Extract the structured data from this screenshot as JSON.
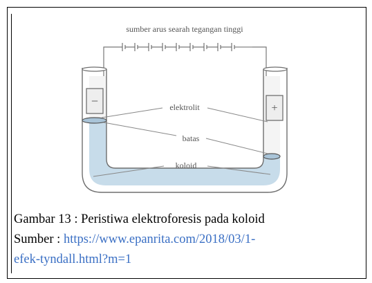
{
  "diagram": {
    "top_label": "sumber arus searah tegangan tinggi",
    "labels": {
      "electrolyte": "elektrolit",
      "boundary": "batas",
      "colloid": "koloid"
    },
    "left_sign": "−",
    "right_sign": "+",
    "colors": {
      "glass": "#6e6e6e",
      "colloid_fill": "#c7dcea",
      "electrolyte_fill": "#f2f2f2",
      "wire": "#777777"
    }
  },
  "caption": {
    "figure_label": "Gambar  13 : Peristiwa elektroforesis pada koloid",
    "source_prefix": "Sumber  : ",
    "source_link_part1": "https://www.epanrita.com/2018/03/1-",
    "source_link_part2": "efek-tyndall.html?m=1"
  }
}
